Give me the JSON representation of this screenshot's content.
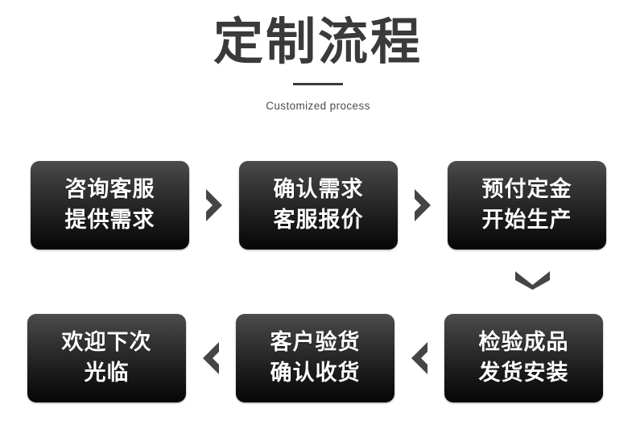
{
  "header": {
    "title": "定制流程",
    "subtitle": "Customized process",
    "divider": "horizontal-rule",
    "title_color": "#3a3a3a",
    "subtitle_color": "#4c4c4c"
  },
  "theme": {
    "background": "#ffffff",
    "box_gradient_top": "#4c4c4c",
    "box_gradient_bottom": "#060606",
    "box_text_color": "#ffffff",
    "arrow_color": "#454545"
  },
  "flow": {
    "row1": {
      "steps": [
        {
          "line1": "咨询客服",
          "line2": "提供需求"
        },
        {
          "line1": "确认需求",
          "line2": "客服报价"
        },
        {
          "line1": "预付定金",
          "line2": "开始生产"
        }
      ],
      "connector": "chevron-right"
    },
    "row_connector": "chevron-down",
    "row2": {
      "steps": [
        {
          "line1": "欢迎下次",
          "line2": "光临"
        },
        {
          "line1": "客户验货",
          "line2": "确认收货"
        },
        {
          "line1": "检验成品",
          "line2": "发货安装"
        }
      ],
      "connector": "chevron-left"
    }
  }
}
